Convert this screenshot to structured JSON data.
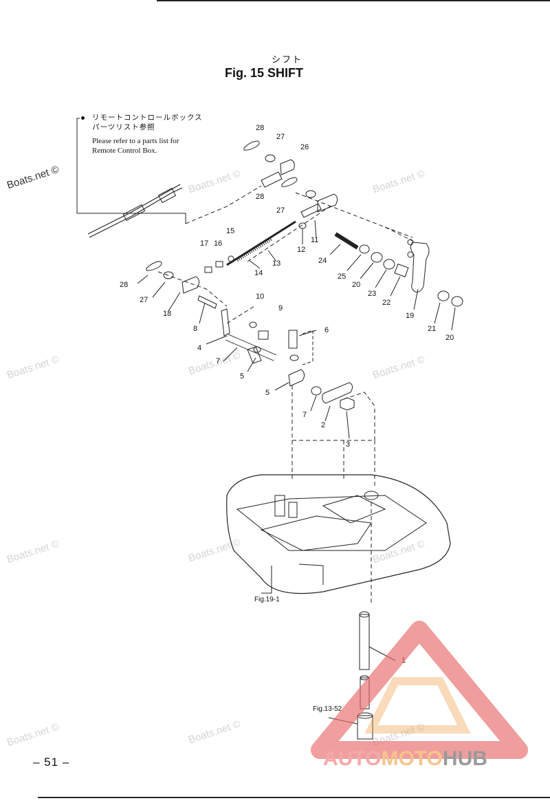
{
  "header": {
    "title_jp": "シフト",
    "title": "Fig. 15   SHIFT"
  },
  "note": {
    "jp_line1": "リモートコントロールボックス",
    "jp_line2": "パーツリスト参照",
    "en_line1": "Please refer to a parts list for",
    "en_line2": "Remote Control Box."
  },
  "watermark": "Boats.net ©",
  "references": {
    "fig19": "Fig.19-1",
    "fig13": "Fig.13-52"
  },
  "part_labels": [
    "28",
    "27",
    "26",
    "28",
    "27",
    "11",
    "12",
    "15",
    "17",
    "16",
    "13",
    "14",
    "24",
    "25",
    "20",
    "23",
    "22",
    "19",
    "21",
    "20",
    "28",
    "27",
    "18",
    "8",
    "10",
    "9",
    "6",
    "4",
    "7",
    "5",
    "5",
    "7",
    "2",
    "3",
    "1"
  ],
  "page_number": "– 51 –",
  "logo": {
    "part1": "AUTO",
    "part2": "MOTO",
    "part3": "HUB",
    "color_red": "#e86a6a",
    "color_orange": "#f2a24f",
    "color_gray": "#777777"
  }
}
